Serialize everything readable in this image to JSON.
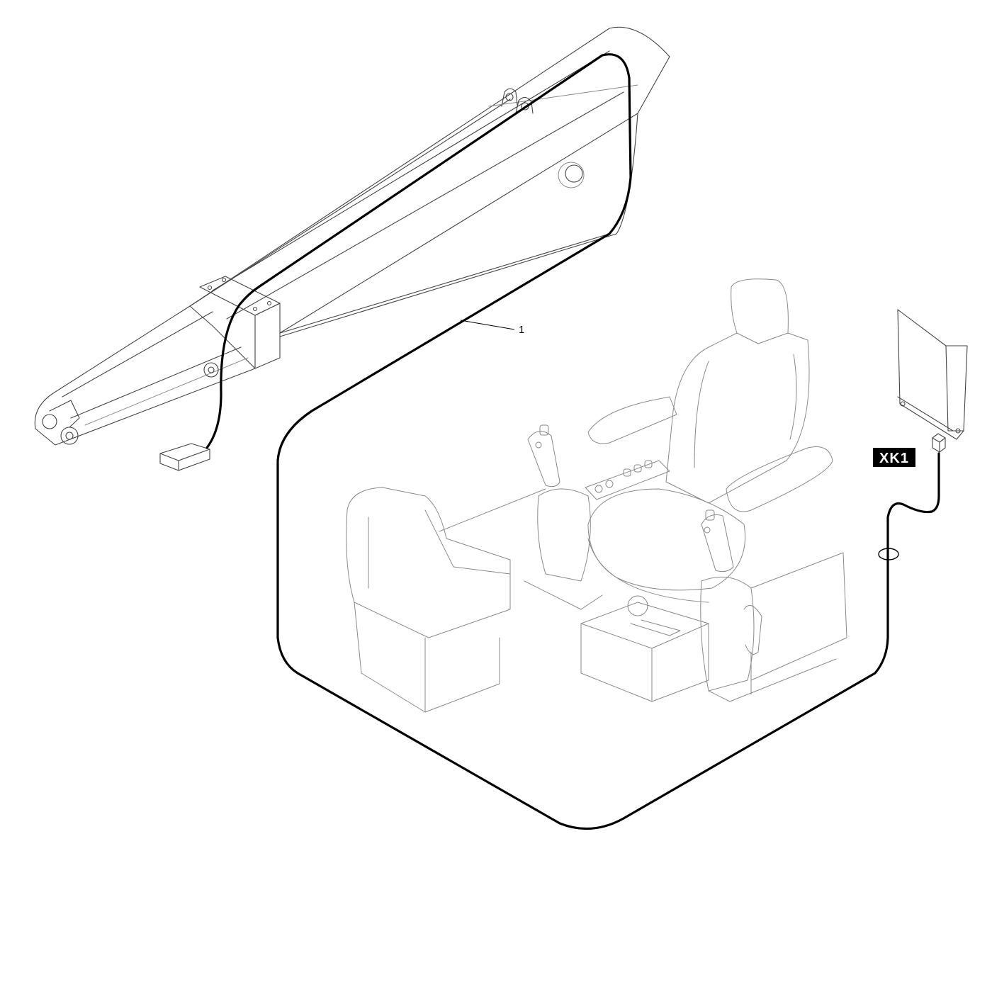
{
  "callouts": [
    {
      "id": "harness-callout",
      "text": "1"
    }
  ],
  "connectors": [
    {
      "id": "xk1",
      "label": "XK1",
      "label_bg": "#000000",
      "label_fg": "#ffffff"
    }
  ],
  "colors": {
    "harness": "#000000",
    "outline": "#444444",
    "background": "#ffffff"
  }
}
